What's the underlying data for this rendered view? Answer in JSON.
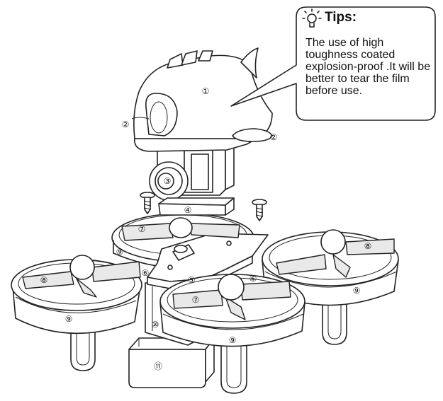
{
  "tips": {
    "title": "Tips:",
    "text": "The use of high toughness coated explosion-proof .It will be better to tear the film before use.",
    "icon": "lightbulb-icon"
  },
  "callouts": [
    {
      "id": "c1",
      "label": "①"
    },
    {
      "id": "c2a",
      "label": "②"
    },
    {
      "id": "c2b",
      "label": "②"
    },
    {
      "id": "c3",
      "label": "③"
    },
    {
      "id": "c4",
      "label": "④"
    },
    {
      "id": "c5",
      "label": "⑤"
    },
    {
      "id": "c6a",
      "label": "⑥"
    },
    {
      "id": "c6b",
      "label": "⑥"
    },
    {
      "id": "c7a",
      "label": "⑦"
    },
    {
      "id": "c7b",
      "label": "⑦"
    },
    {
      "id": "c8a",
      "label": "⑧"
    },
    {
      "id": "c8b",
      "label": "⑧"
    },
    {
      "id": "c9a",
      "label": "⑨"
    },
    {
      "id": "c9b",
      "label": "⑨"
    },
    {
      "id": "c9c",
      "label": "⑨"
    },
    {
      "id": "c9d",
      "label": "⑨"
    },
    {
      "id": "c10",
      "label": "⑩"
    },
    {
      "id": "c11",
      "label": "⑪"
    }
  ]
}
